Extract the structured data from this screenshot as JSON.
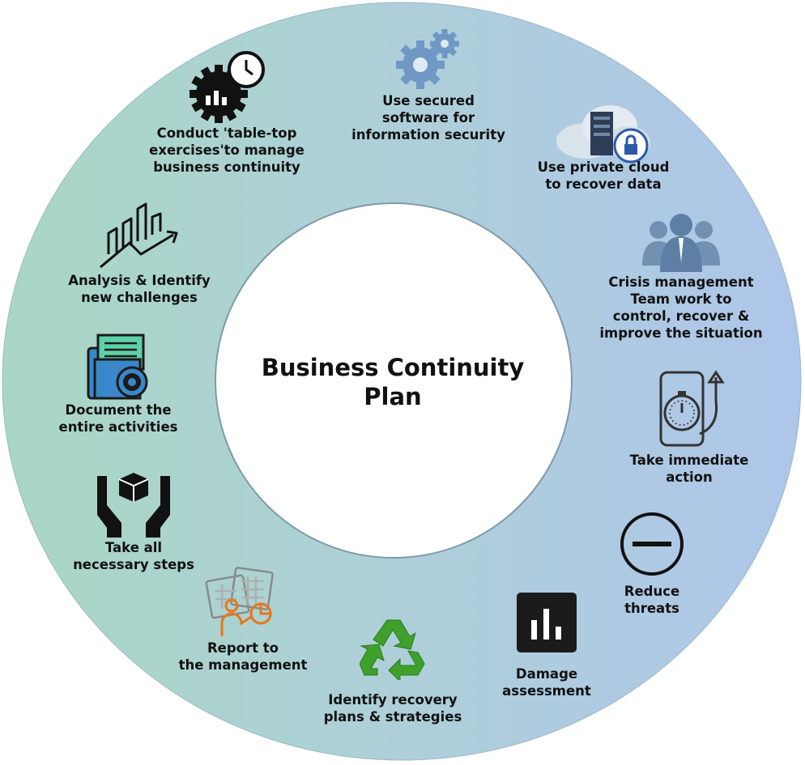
{
  "center": {
    "title": "Business Continuity\nPlan"
  },
  "colors": {
    "ring_left": "#a9d7c4",
    "ring_mid": "#aecfd9",
    "ring_right": "#aec6ea"
  },
  "steps": [
    {
      "label": "Use secured\nsoftware for\ninformation security",
      "icon": "gears-icon"
    },
    {
      "label": "Use private cloud\nto recover data",
      "icon": "private-cloud-icon"
    },
    {
      "label": "Crisis management\nTeam work to\ncontrol, recover &\nimprove the situation",
      "icon": "team-icon"
    },
    {
      "label": "Take immediate\naction",
      "icon": "stopwatch-phone-icon"
    },
    {
      "label": "Reduce\nthreats",
      "icon": "minus-circle-icon"
    },
    {
      "label": "Damage\nassessment",
      "icon": "bar-chart-icon"
    },
    {
      "label": "Identify recovery\nplans & strategies",
      "icon": "recycle-icon"
    },
    {
      "label": "Report to\nthe management",
      "icon": "report-presenter-icon"
    },
    {
      "label": "Take all\nnecessary steps",
      "icon": "hands-box-icon"
    },
    {
      "label": "Document the\nentire activities",
      "icon": "document-folder-icon"
    },
    {
      "label": "Analysis & Identify\nnew challenges",
      "icon": "growth-chart-icon"
    },
    {
      "label": "Conduct 'table-top\nexercises'to manage\nbusiness continuity",
      "icon": "gear-clock-icon"
    }
  ]
}
